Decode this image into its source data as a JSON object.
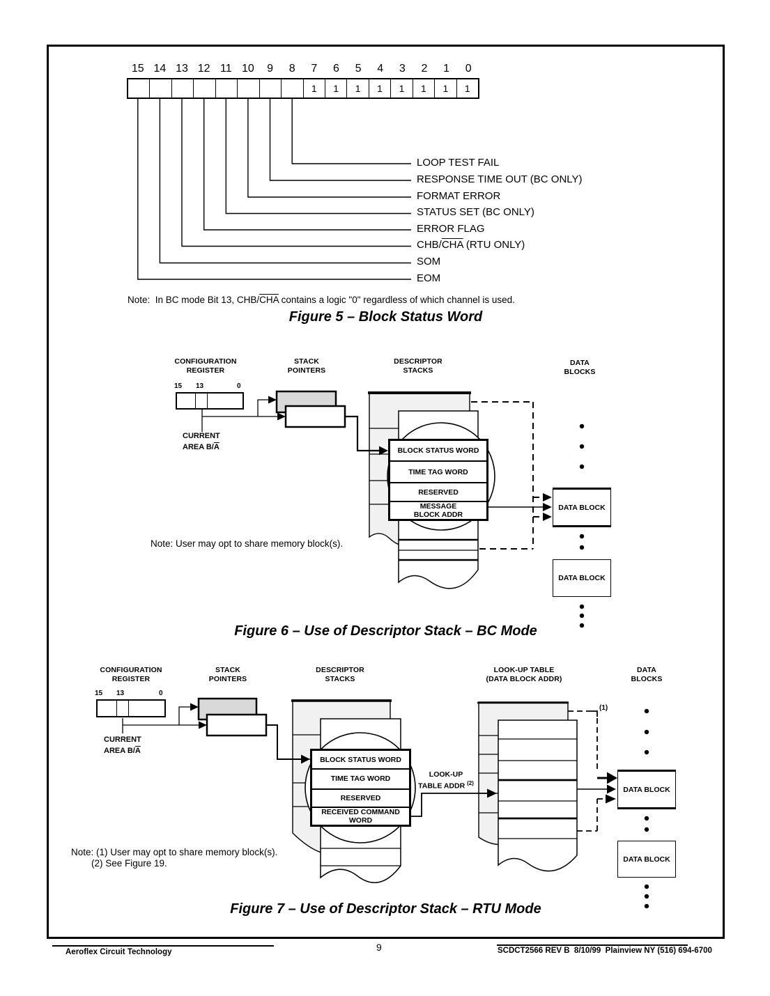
{
  "figure5": {
    "bit_numbers": [
      "15",
      "14",
      "13",
      "12",
      "11",
      "10",
      "9",
      "8",
      "7",
      "6",
      "5",
      "4",
      "3",
      "2",
      "1",
      "0"
    ],
    "cell_values": [
      "",
      "",
      "",
      "",
      "",
      "",
      "",
      "",
      "1",
      "1",
      "1",
      "1",
      "1",
      "1",
      "1",
      "1"
    ],
    "labels": [
      {
        "pre": "LOOP TEST FAIL"
      },
      {
        "pre": "RESPONSE TIME OUT (BC ONLY)"
      },
      {
        "pre": "FORMAT ERROR"
      },
      {
        "pre": "STATUS SET (BC ONLY)"
      },
      {
        "pre": "ERROR FLAG"
      },
      {
        "pre": "CHB/",
        "over": "CHA",
        "post": " (RTU ONLY)"
      },
      {
        "pre": "SOM"
      },
      {
        "pre": "EOM"
      }
    ],
    "note": {
      "pre": "Note:  In BC mode Bit 13, CHB/",
      "over": "CHA",
      "post": " contains a logic \"0\" regardless of which channel is used."
    },
    "caption": "Figure 5 – Block Status Word"
  },
  "figure6": {
    "headers": {
      "config_1": "CONFIGURATION",
      "config_2": "REGISTER",
      "stack_1": "STACK",
      "stack_2": "POINTERS",
      "desc_1": "DESCRIPTOR",
      "desc_2": "STACKS",
      "blocks_1": "DATA",
      "blocks_2": "BLOCKS"
    },
    "register_bits": {
      "b15": "15",
      "b13": "13",
      "b0": "0"
    },
    "current_1": "CURRENT",
    "current_2_pre": "AREA B/",
    "current_2_over": "A",
    "words": {
      "w1": "BLOCK STATUS WORD",
      "w2": "TIME TAG WORD",
      "w3": "RESERVED",
      "w4_1": "MESSAGE",
      "w4_2": "BLOCK ADDR"
    },
    "data_block_1": "DATA BLOCK",
    "data_block_2": "DATA BLOCK",
    "note": "Note: User may opt to share memory block(s).",
    "caption": "Figure 6 – Use of Descriptor Stack – BC Mode"
  },
  "figure7": {
    "headers": {
      "config_1": "CONFIGURATION",
      "config_2": "REGISTER",
      "stack_1": "STACK",
      "stack_2": "POINTERS",
      "desc_1": "DESCRIPTOR",
      "desc_2": "STACKS",
      "lookup_1": "LOOK-UP TABLE",
      "lookup_2": "(DATA BLOCK ADDR)",
      "blocks_1": "DATA",
      "blocks_2": "BLOCKS"
    },
    "register_bits": {
      "b15": "15",
      "b13": "13",
      "b0": "0"
    },
    "current_1": "CURRENT",
    "current_2_pre": "AREA B/",
    "current_2_over": "A",
    "words": {
      "w1": "BLOCK STATUS WORD",
      "w2": "TIME TAG WORD",
      "w3": "RESERVED",
      "w4_1": "RECEIVED COMMAND",
      "w4_2": "WORD"
    },
    "lookup_addr_1": "LOOK-UP",
    "lookup_addr_2": "TABLE ADDR",
    "lookup_addr_sup": "(2)",
    "ref1": "(1)",
    "data_block_1": "DATA BLOCK",
    "data_block_2": "DATA BLOCK",
    "note_1": "Note: (1) User may opt to share memory block(s).",
    "note_2": "(2) See Figure 19.",
    "caption": "Figure 7 – Use of Descriptor Stack – RTU Mode"
  },
  "footer": {
    "left": "Aeroflex Circuit Technology",
    "page": "9",
    "right": "SCDCT2566 REV B  8/10/99  Plainview NY (516) 694-6700"
  }
}
